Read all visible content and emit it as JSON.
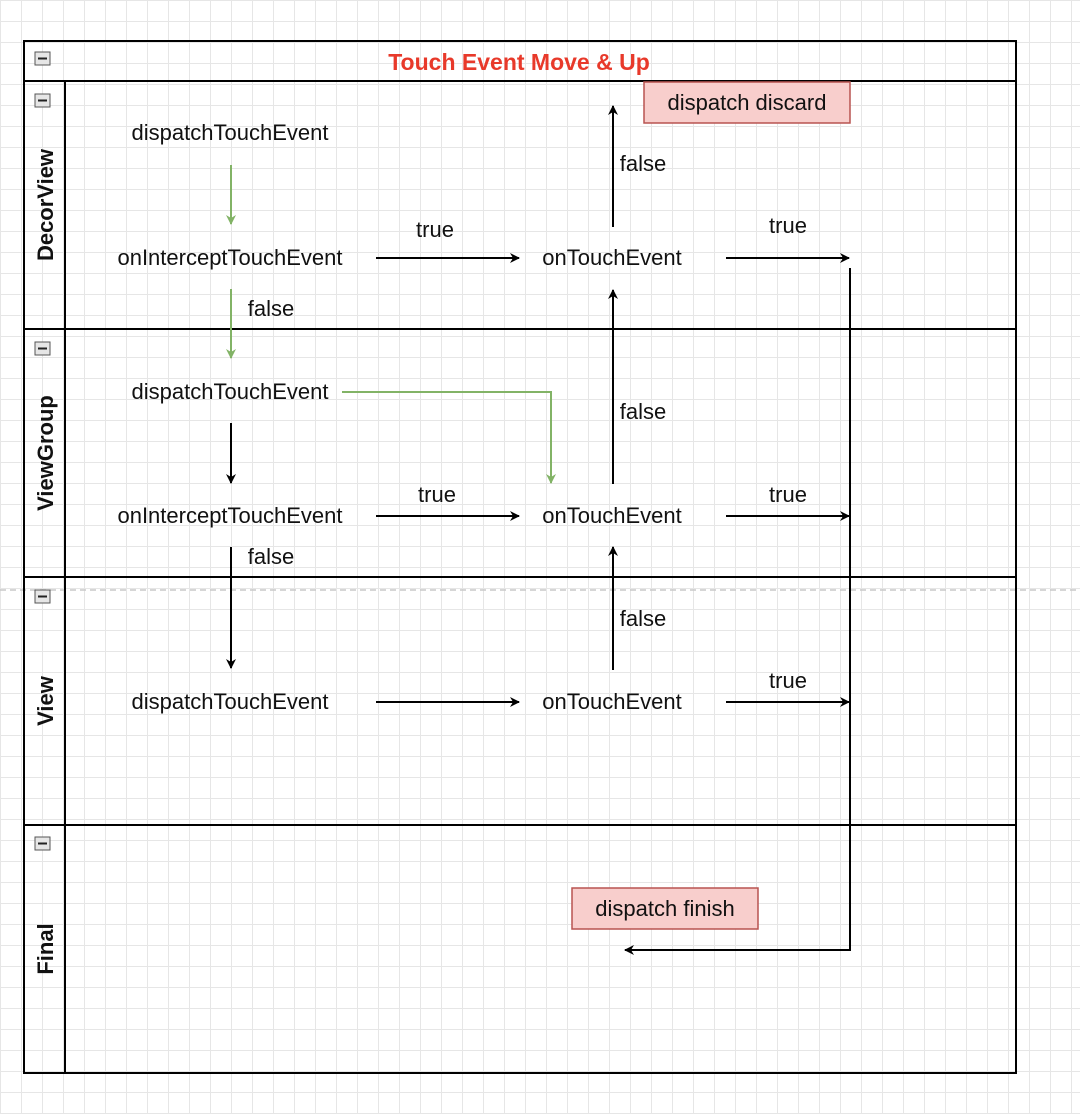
{
  "pool": {
    "title": "Touch Event Move & Up",
    "title_color": "#e8392a"
  },
  "lanes": [
    {
      "id": "decor",
      "label": "DecorView"
    },
    {
      "id": "viewgroup",
      "label": "ViewGroup"
    },
    {
      "id": "view",
      "label": "View"
    },
    {
      "id": "final",
      "label": "Final"
    }
  ],
  "nodes": {
    "decor_dispatch": "dispatchTouchEvent",
    "decor_intercept": "onInterceptTouchEvent",
    "decor_ontouch": "onTouchEvent",
    "vg_dispatch": "dispatchTouchEvent",
    "vg_intercept": "onInterceptTouchEvent",
    "vg_ontouch": "onTouchEvent",
    "view_dispatch": "dispatchTouchEvent",
    "view_ontouch": "onTouchEvent"
  },
  "boxes": {
    "discard": "dispatch discard",
    "finish": "dispatch finish"
  },
  "edge_labels": {
    "decor_true_1": "true",
    "decor_true_2": "true",
    "decor_false_up": "false",
    "decor_false_down": "false",
    "vg_false_up": "false",
    "vg_true_1": "true",
    "vg_true_2": "true",
    "vg_false_down": "false",
    "view_false_up": "false",
    "view_true": "true"
  },
  "colors": {
    "green_arrow": "#82b366",
    "box_fill": "#f8cecc",
    "box_stroke": "#b85450",
    "line": "#000000"
  }
}
